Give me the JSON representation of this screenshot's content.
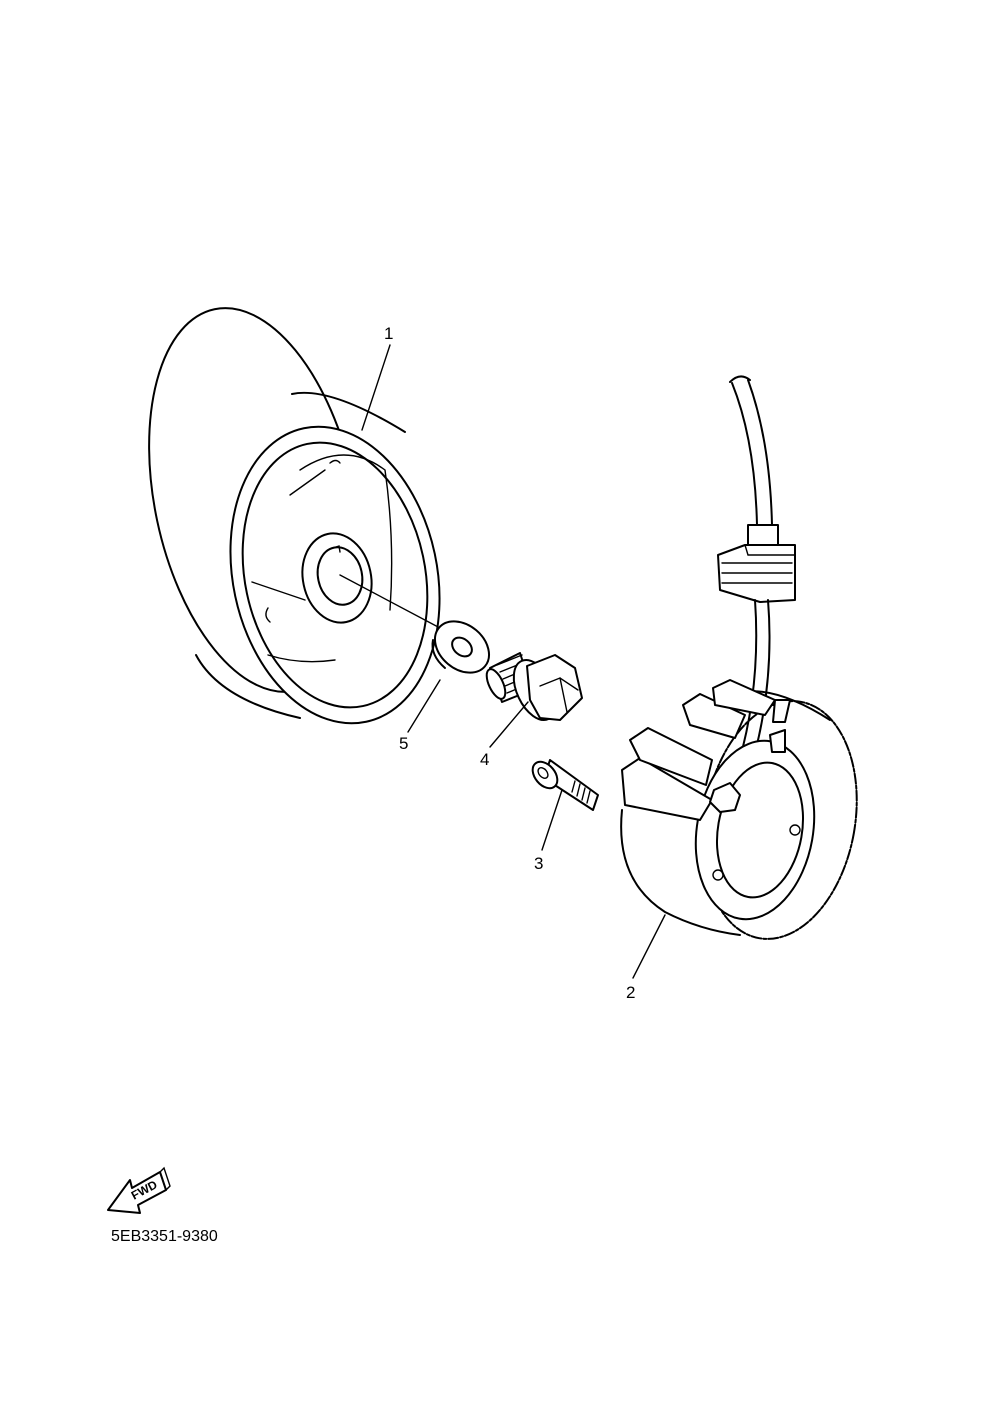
{
  "callouts": {
    "rotor": "1",
    "stator": "2",
    "screw": "3",
    "bolt": "4",
    "washer": "5"
  },
  "direction_label": "FWD",
  "catalog_code": "5EB3351-9380"
}
